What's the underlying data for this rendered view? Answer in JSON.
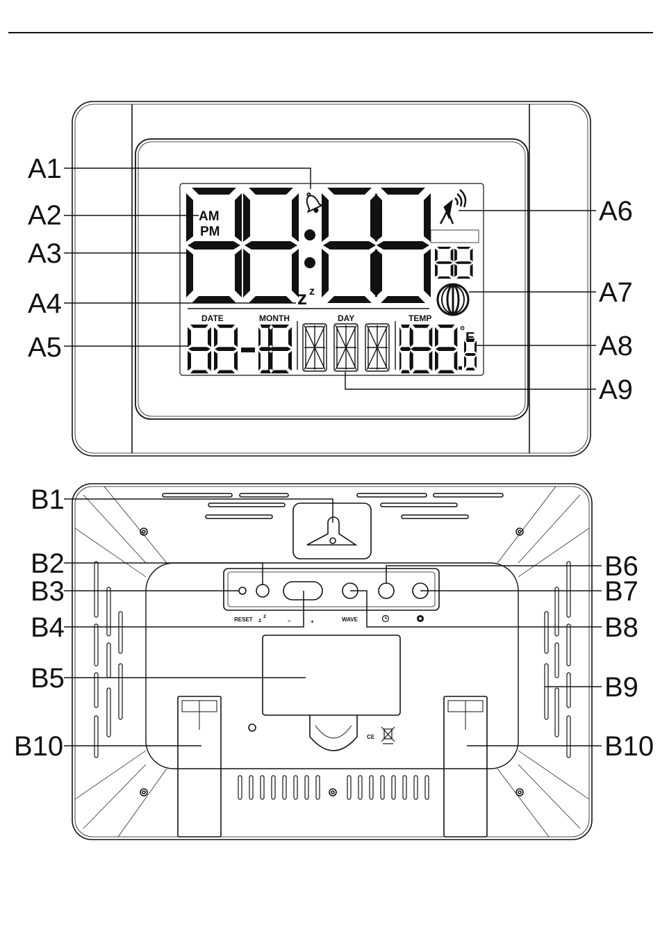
{
  "front_callouts": [
    "A1",
    "A2",
    "A3",
    "A4",
    "A5",
    "A6",
    "A7",
    "A8",
    "A9"
  ],
  "back_callouts": [
    "B1",
    "B2",
    "B3",
    "B4",
    "B5",
    "B6",
    "B7",
    "B8",
    "B9",
    "B10",
    "B10"
  ],
  "lcd": {
    "am": "AM",
    "pm": "PM",
    "snooze": "z",
    "snooze_sup": "z",
    "label_date": "DATE",
    "label_month": "MONTH",
    "label_day": "DAY",
    "label_temp": "TEMP",
    "degree": "°",
    "unit": "E"
  },
  "buttons": {
    "reset": "RESET",
    "snooze": "z",
    "snooze_sup": "z",
    "minus": "–",
    "plus": "+",
    "wave": "WAVE",
    "ce": "CE"
  },
  "colors": {
    "line": "#111111",
    "background": "#ffffff"
  }
}
